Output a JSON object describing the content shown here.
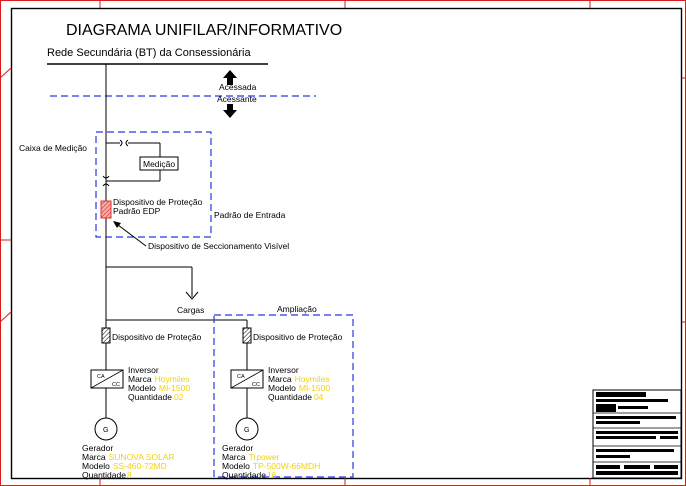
{
  "title": "DIAGRAMA UNIFILAR/INFORMATIVO",
  "grid": {
    "title": "Rede Secundária (BT) da Consessionária",
    "upper_label": "Acessada",
    "lower_label": "Acessante"
  },
  "meter_box": {
    "label": "Caixa de Medição",
    "meter_label": "Medição",
    "protection_label": "Dispositivo de Proteção",
    "standard_label": "Padrão EDP",
    "entry_label": "Padrão de Entrada",
    "disconnect_label": "Dispositivo de Seccionamento Visível"
  },
  "loads_label": "Cargas",
  "expansion_label": "Ampliação",
  "branches": [
    {
      "protection_label": "Dispositivo de Proteção",
      "inverter": {
        "title": "Inversor",
        "ac_label": "CA",
        "dc_label": "CC",
        "brand_label": "Marca",
        "brand_value": "Hoymiles",
        "model_label": "Modelo",
        "model_value": "MI-1500",
        "qty_label": "Quantidade",
        "qty_value": "02"
      },
      "generator": {
        "symbol": "G",
        "title": "Gerador",
        "brand_label": "Marca",
        "brand_value": "SUNOVA SOLAR",
        "model_label": "Modelo",
        "model_value": "SS-460-72MD",
        "qty_label": "Quantidade",
        "qty_value": "8"
      }
    },
    {
      "protection_label": "Dispositivo de Proteção",
      "inverter": {
        "title": "Inversor",
        "ac_label": "CA",
        "dc_label": "CC",
        "brand_label": "Marca",
        "brand_value": "Hoymiles",
        "model_label": "Modelo",
        "model_value": "MI-1500",
        "qty_label": "Quantidade",
        "qty_value": "04"
      },
      "generator": {
        "symbol": "G",
        "title": "Gerador",
        "brand_label": "Marca",
        "brand_value": "Trpower",
        "model_label": "Modelo",
        "model_value": "TP-500W-66MDH",
        "qty_label": "Quantidade",
        "qty_value": "16"
      }
    }
  ],
  "colors": {
    "frame": "#d81b1b",
    "dashed_blue": "#2a36e6",
    "value_yellow": "#f2d20c",
    "protection_red": "#e03030",
    "line": "#000000"
  }
}
